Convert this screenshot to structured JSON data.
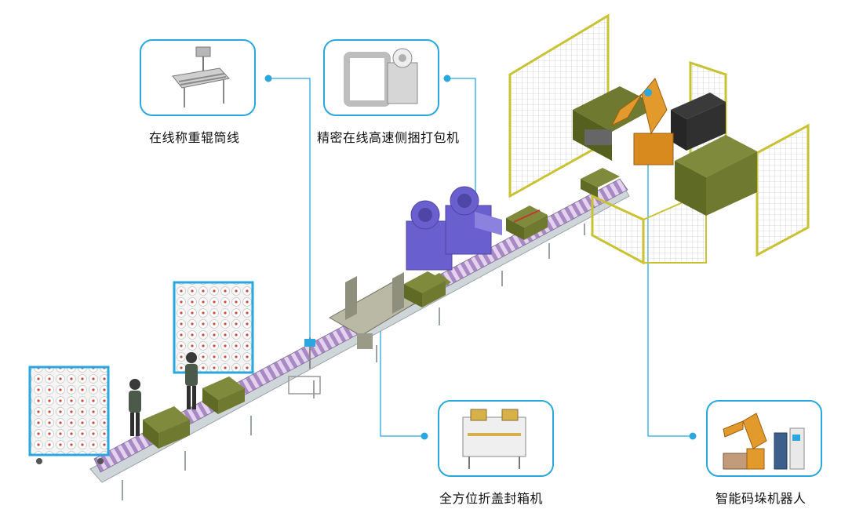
{
  "accent_color": "#2aa7df",
  "callouts": {
    "weighing": {
      "label": "在线称重辊筒线",
      "icon": "roller-scale-icon"
    },
    "strapping": {
      "label": "精密在线高速侧捆打包机",
      "icon": "strapping-machine-icon"
    },
    "sealing": {
      "label": "全方位折盖封箱机",
      "icon": "carton-sealer-icon"
    },
    "palletizing": {
      "label": "智能码垛机器人",
      "icon": "palletizing-robot-icon"
    }
  }
}
